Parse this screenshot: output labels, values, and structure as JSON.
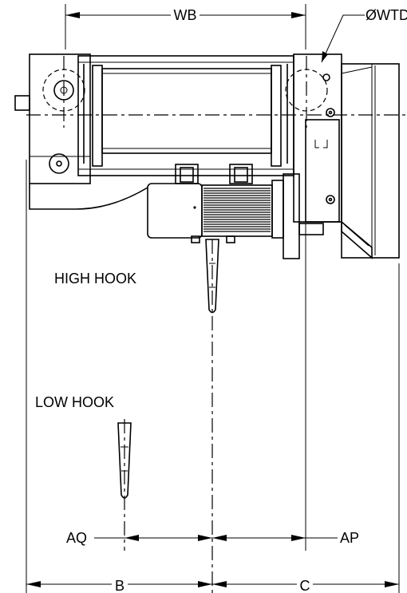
{
  "labels": {
    "high_hook": "HIGH HOOK",
    "low_hook": "LOW HOOK"
  },
  "dimensions": {
    "wb": "WB",
    "wheel_dia": "ØWTD",
    "aq": "AQ",
    "ap": "AP",
    "b": "B",
    "c": "C"
  }
}
